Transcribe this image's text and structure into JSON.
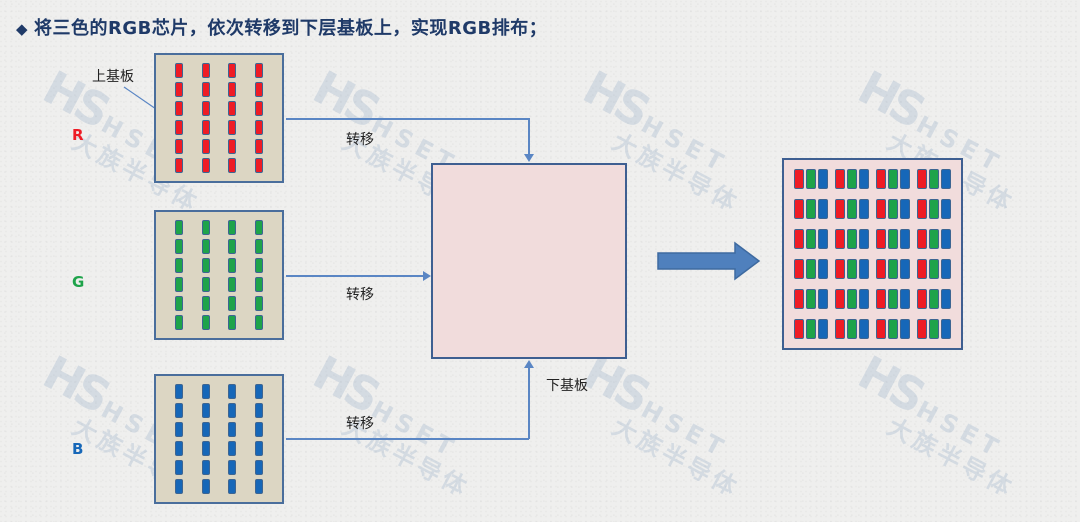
{
  "title": {
    "bullet": "◆",
    "text": "将三色的RGB芯片，依次转移到下层基板上，实现RGB排布；"
  },
  "watermark": {
    "logo": "HS",
    "brand_en": "HSET",
    "brand_cn": "大族半导体"
  },
  "rows": [
    {
      "letter": "R",
      "color": "#ee1c25",
      "chip_class": "r",
      "transfer_label": "转移"
    },
    {
      "letter": "G",
      "color": "#1ea34a",
      "chip_class": "g",
      "transfer_label": "转移"
    },
    {
      "letter": "B",
      "color": "#1667b8",
      "chip_class": "b",
      "transfer_label": "转移"
    }
  ],
  "labels": {
    "upper_substrate": "上基板",
    "lower_substrate": "下基板"
  },
  "grid": {
    "cols": 4,
    "rows": 6
  },
  "colors": {
    "red": "#ee1c25",
    "green": "#1ea34a",
    "blue": "#1667b8",
    "substrate_upper": "#dcd6c3",
    "substrate_lower": "#f1dcdc",
    "border": "#3e5f91",
    "connector": "#5a86c4",
    "title": "#1f3a68"
  }
}
